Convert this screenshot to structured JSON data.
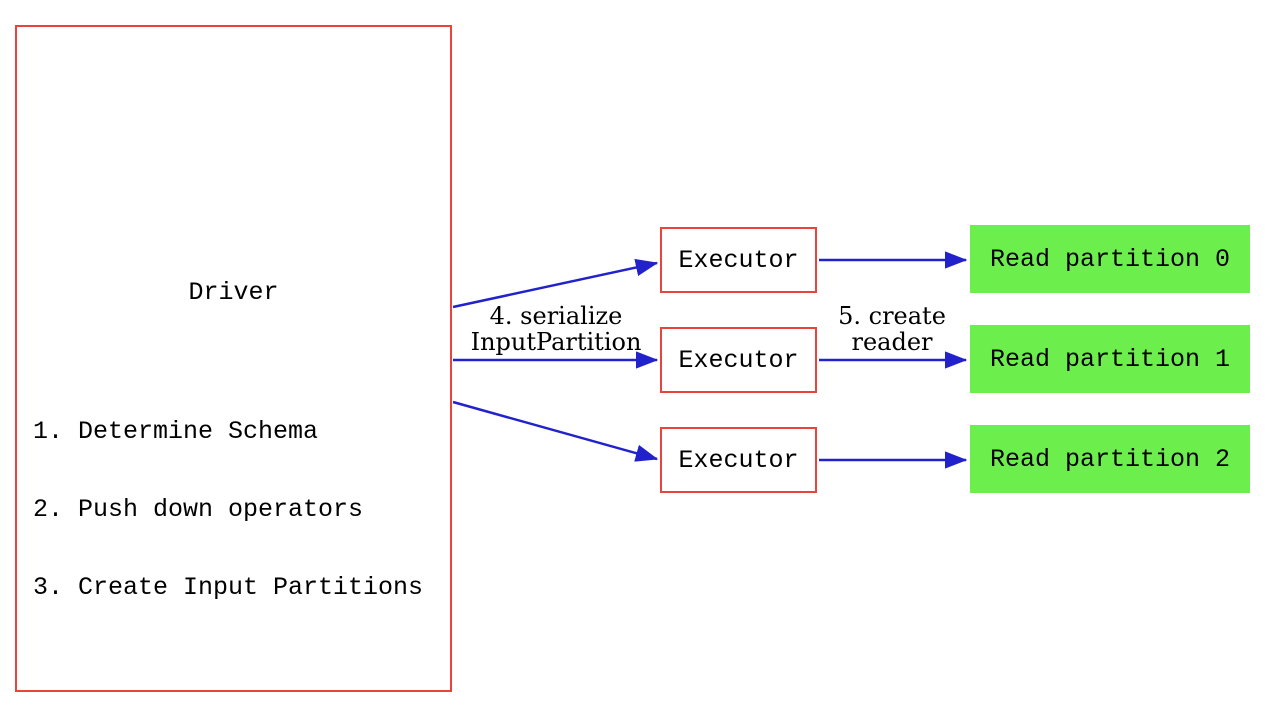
{
  "diagram": {
    "driver": {
      "title": "Driver",
      "steps": [
        "1. Determine Schema",
        "2. Push down operators",
        "3. Create Input Partitions"
      ]
    },
    "executors": [
      {
        "label": "Executor"
      },
      {
        "label": "Executor"
      },
      {
        "label": "Executor"
      }
    ],
    "partitions": [
      {
        "label": "Read partition 0"
      },
      {
        "label": "Read partition 1"
      },
      {
        "label": "Read partition 2"
      }
    ],
    "edge_labels": {
      "serialize": {
        "line1": "4. serialize",
        "line2": "InputPartition"
      },
      "create_reader": {
        "line1": "5. create",
        "line2": "reader"
      }
    },
    "colors": {
      "box_border": "#e9443c",
      "arrow": "#2222cc",
      "partition_fill": "#6cef4c",
      "text": "#000000",
      "background": "#ffffff"
    }
  }
}
